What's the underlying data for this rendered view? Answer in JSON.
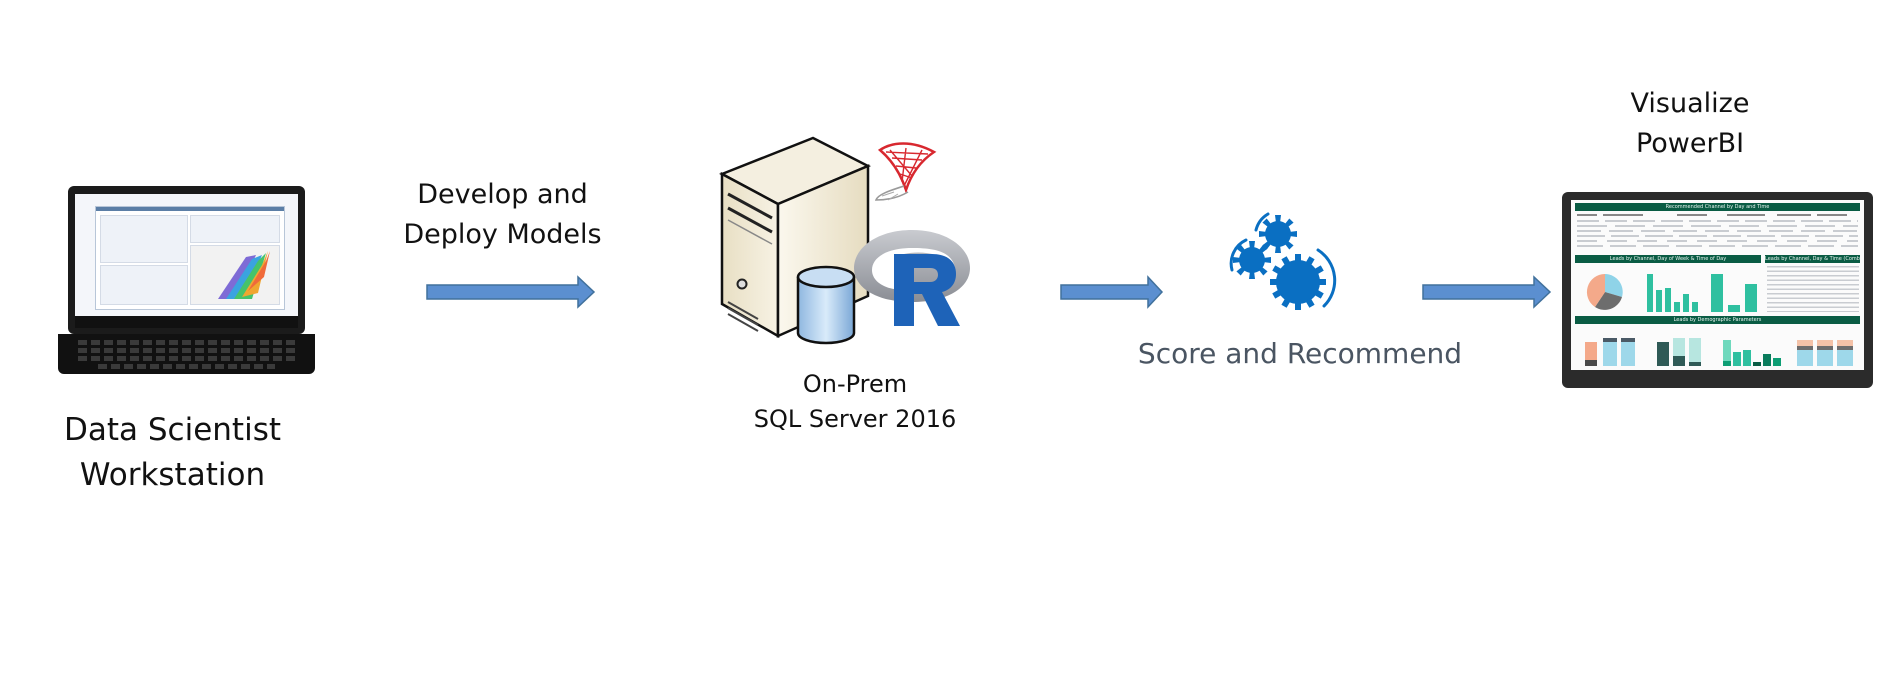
{
  "diagram": {
    "title": "On-Prem SQL Server R Services Campaign Optimization Flow",
    "nodes": [
      {
        "id": "workstation",
        "label_lines": [
          "Data Scientist",
          "Workstation"
        ],
        "icon": "laptop-icon"
      },
      {
        "id": "sql-server",
        "label_lines": [
          "On-Prem",
          "SQL Server 2016"
        ],
        "icon": "server-icon",
        "badges": [
          "sql-server-logo-icon",
          "database-icon",
          "r-logo-icon"
        ]
      },
      {
        "id": "score",
        "label_lines": [
          "Score and Recommend"
        ],
        "icon": "gears-icon"
      },
      {
        "id": "powerbi",
        "label_lines": [
          "Visualize",
          "PowerBI"
        ],
        "icon": "dashboard-tablet-icon"
      }
    ],
    "edges": [
      {
        "from": "workstation",
        "to": "sql-server",
        "label_lines": [
          "Develop and",
          "Deploy Models"
        ]
      },
      {
        "from": "sql-server",
        "to": "score",
        "label_lines": []
      },
      {
        "from": "score",
        "to": "powerbi",
        "label_lines": []
      }
    ],
    "colors": {
      "arrow_fill": "#5b8fd0",
      "arrow_stroke": "#41719c",
      "gear_blue": "#0a6fc2",
      "r_blue": "#1e63b8",
      "sql_red": "#d8282f",
      "dashboard_green": "#0a5c44",
      "dashboard_teal": "#2fc0a0",
      "score_text": "#4a5562"
    },
    "dashboard": {
      "sections": [
        "Recommended Channel by Day and Time",
        "Leads by Channel, Day of Week & Time of Day",
        "Leads by Channel, Day & Time (Combined)",
        "Leads by Demographic Parameters"
      ]
    }
  }
}
